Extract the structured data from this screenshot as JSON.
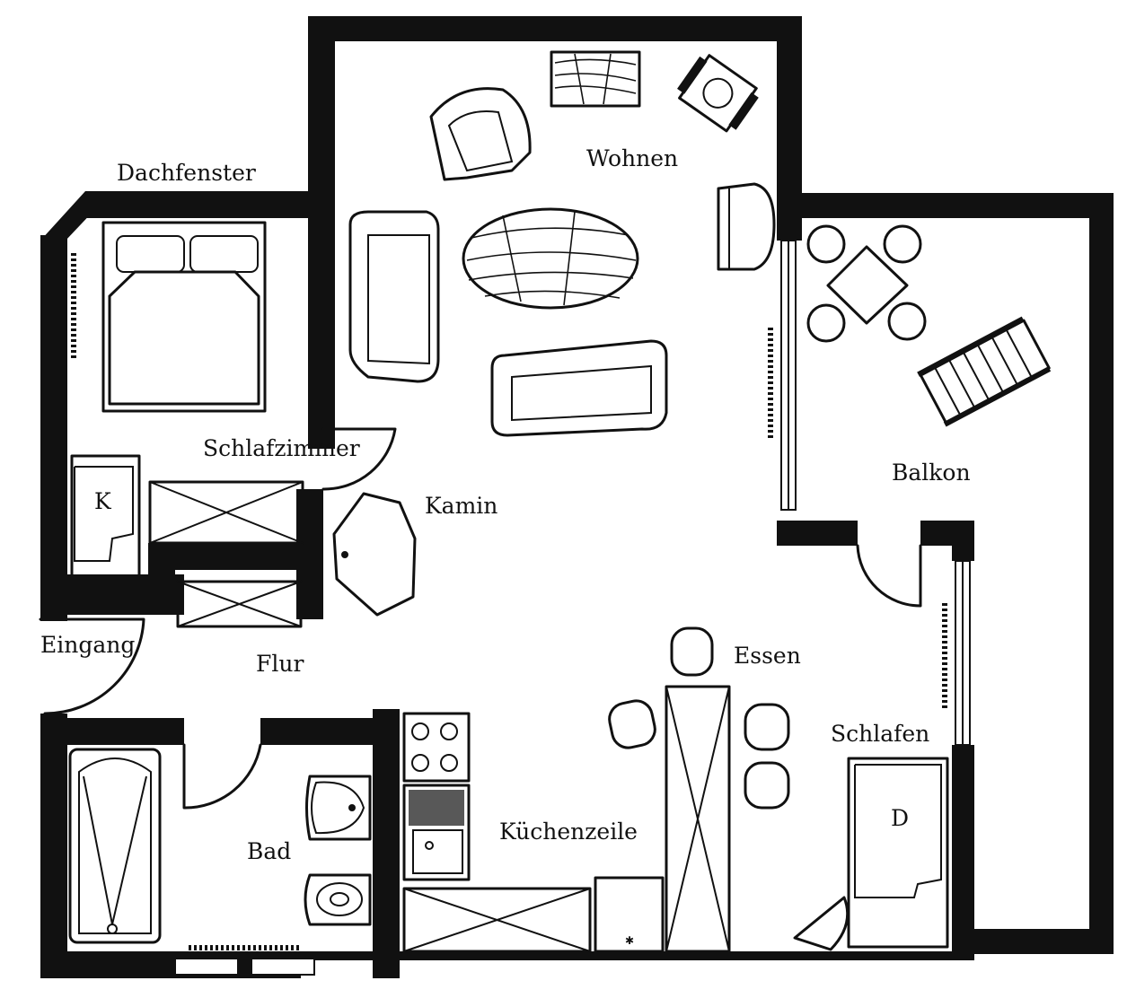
{
  "rooms": {
    "wohnen": "Wohnen",
    "dachfenster": "Dachfenster",
    "schlafzimmer": "Schlafzimmer",
    "kamin": "Kamin",
    "balkon": "Balkon",
    "eingang": "Eingang",
    "flur": "Flur",
    "essen": "Essen",
    "schlafen": "Schlafen",
    "bad": "Bad",
    "kuechenzeile": "Küchenzeile"
  },
  "markers": {
    "cabinet_k": "K",
    "cabinet_d": "D"
  },
  "colors": {
    "wall": "#111111",
    "paper": "#ffffff"
  }
}
